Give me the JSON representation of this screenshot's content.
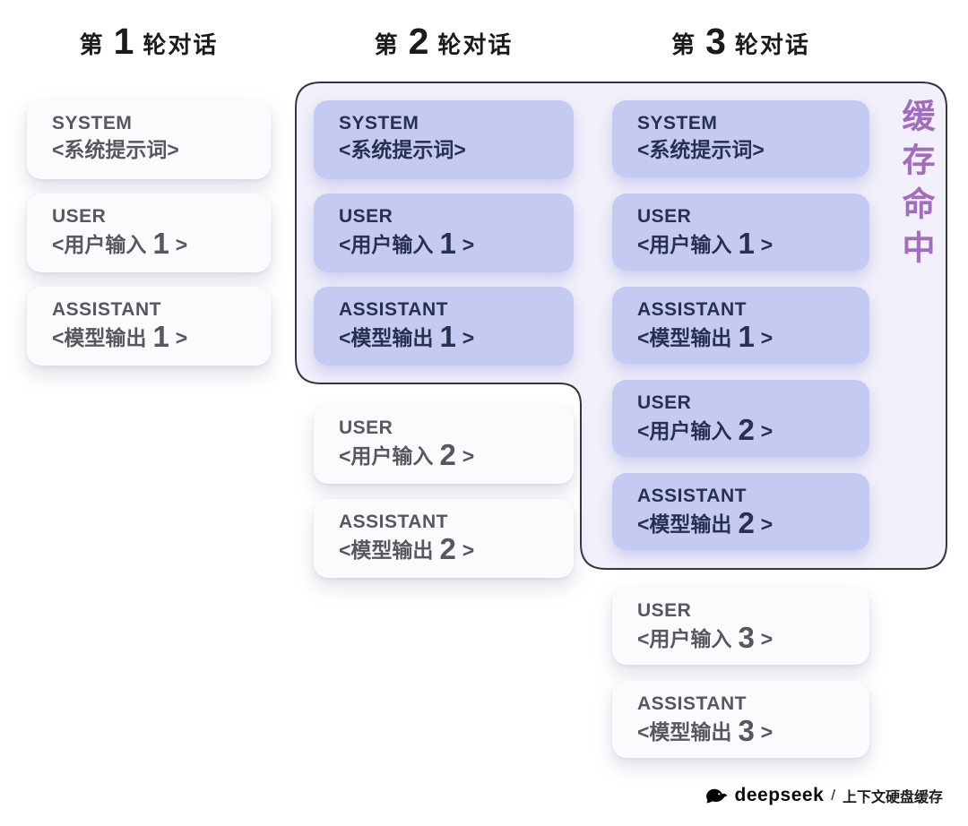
{
  "colors": {
    "cached_card_bg": "#c5caf3",
    "cached_card_text": "#27304e",
    "white_card_bg": "#fbfbfd",
    "white_card_text": "#58585c",
    "cache_region_fill": "#f2f0fa",
    "cache_region_border": "#39323f",
    "cache_label_text": "#a36dbd",
    "header_text": "#1b1b1b"
  },
  "cache_region": {
    "label": "缓存命中"
  },
  "columns": [
    {
      "header": {
        "prefix": "第",
        "number": "1",
        "suffix": "轮对话"
      },
      "cards": [
        {
          "role": "SYSTEM",
          "text_pre": "<系统提示词>",
          "num": "",
          "text_post": "",
          "cached": false
        },
        {
          "role": "USER",
          "text_pre": "<用户输入",
          "num": "1",
          "text_post": ">",
          "cached": false
        },
        {
          "role": "ASSISTANT",
          "text_pre": "<模型输出",
          "num": "1",
          "text_post": ">",
          "cached": false
        }
      ]
    },
    {
      "header": {
        "prefix": "第",
        "number": "2",
        "suffix": "轮对话"
      },
      "cards": [
        {
          "role": "SYSTEM",
          "text_pre": "<系统提示词>",
          "num": "",
          "text_post": "",
          "cached": true
        },
        {
          "role": "USER",
          "text_pre": "<用户输入",
          "num": "1",
          "text_post": ">",
          "cached": true
        },
        {
          "role": "ASSISTANT",
          "text_pre": "<模型输出",
          "num": "1",
          "text_post": ">",
          "cached": true
        },
        {
          "role": "USER",
          "text_pre": "<用户输入",
          "num": "2",
          "text_post": ">",
          "cached": false
        },
        {
          "role": "ASSISTANT",
          "text_pre": "<模型输出",
          "num": "2",
          "text_post": ">",
          "cached": false
        }
      ]
    },
    {
      "header": {
        "prefix": "第",
        "number": "3",
        "suffix": "轮对话"
      },
      "cards": [
        {
          "role": "SYSTEM",
          "text_pre": "<系统提示词>",
          "num": "",
          "text_post": "",
          "cached": true
        },
        {
          "role": "USER",
          "text_pre": "<用户输入",
          "num": "1",
          "text_post": ">",
          "cached": true
        },
        {
          "role": "ASSISTANT",
          "text_pre": "<模型输出",
          "num": "1",
          "text_post": ">",
          "cached": true
        },
        {
          "role": "USER",
          "text_pre": "<用户输入",
          "num": "2",
          "text_post": ">",
          "cached": true
        },
        {
          "role": "ASSISTANT",
          "text_pre": "<模型输出",
          "num": "2",
          "text_post": ">",
          "cached": true
        },
        {
          "role": "USER",
          "text_pre": "<用户输入",
          "num": "3",
          "text_post": ">",
          "cached": false
        },
        {
          "role": "ASSISTANT",
          "text_pre": "<模型输出",
          "num": "3",
          "text_post": ">",
          "cached": false
        }
      ]
    }
  ],
  "footer": {
    "brand": "deepseek",
    "separator": "/",
    "caption": "上下文硬盘缓存"
  }
}
